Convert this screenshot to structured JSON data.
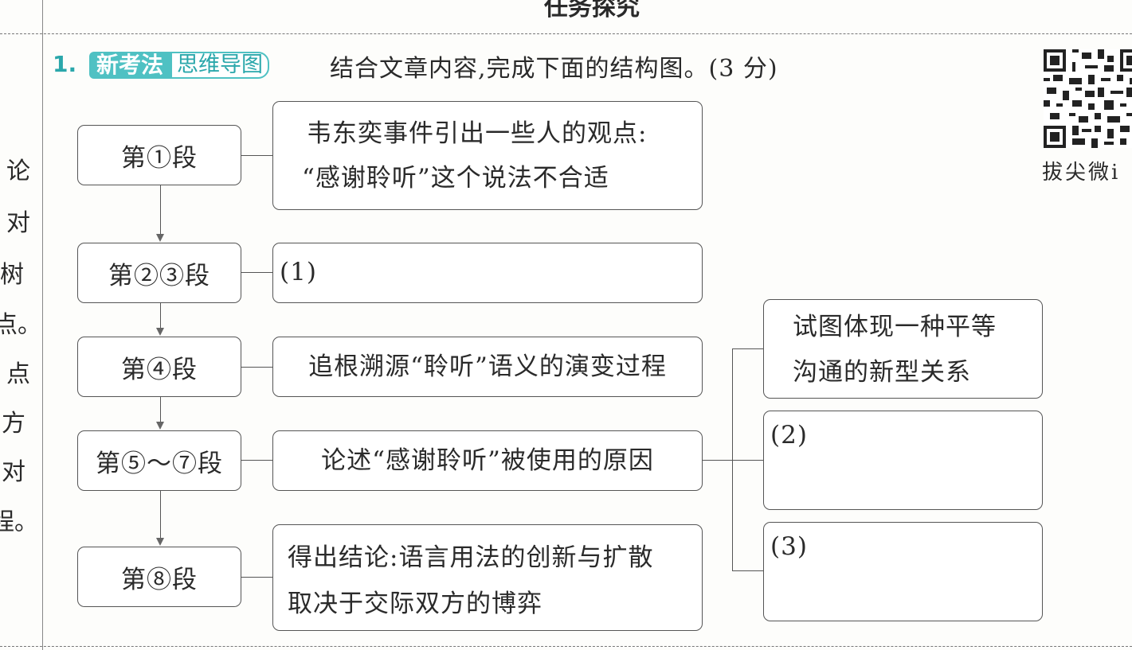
{
  "header": {
    "title": "任务探究"
  },
  "question": {
    "number": "1.",
    "tag_new": "新考法",
    "tag_type": "思维导图",
    "prompt": "结合文章内容,完成下面的结构图。(3 分)"
  },
  "qr": {
    "caption": "拔尖微i"
  },
  "left_margin_chars": [
    "论",
    "对",
    "树",
    "点。",
    "点",
    "方",
    "对",
    "程。"
  ],
  "diagram": {
    "segments": [
      "第①段",
      "第②③段",
      "第④段",
      "第⑤～⑦段",
      "第⑧段"
    ],
    "contents": [
      {
        "line1": "韦东奕事件引出一些人的观点:",
        "line2": "“感谢聆听”这个说法不合适"
      },
      {
        "line1": "(1)",
        "line2": ""
      },
      {
        "line1": "追根溯源“聆听”语义的演变过程",
        "line2": ""
      },
      {
        "line1": "论述“感谢聆听”被使用的原因",
        "line2": ""
      },
      {
        "line1": "得出结论:语言用法的创新与扩散",
        "line2": "取决于交际双方的博弈"
      }
    ],
    "reasons": [
      {
        "line1": "试图体现一种平等",
        "line2": "沟通的新型关系"
      },
      {
        "line1": "(2)",
        "line2": ""
      },
      {
        "line1": "(3)",
        "line2": ""
      }
    ]
  }
}
